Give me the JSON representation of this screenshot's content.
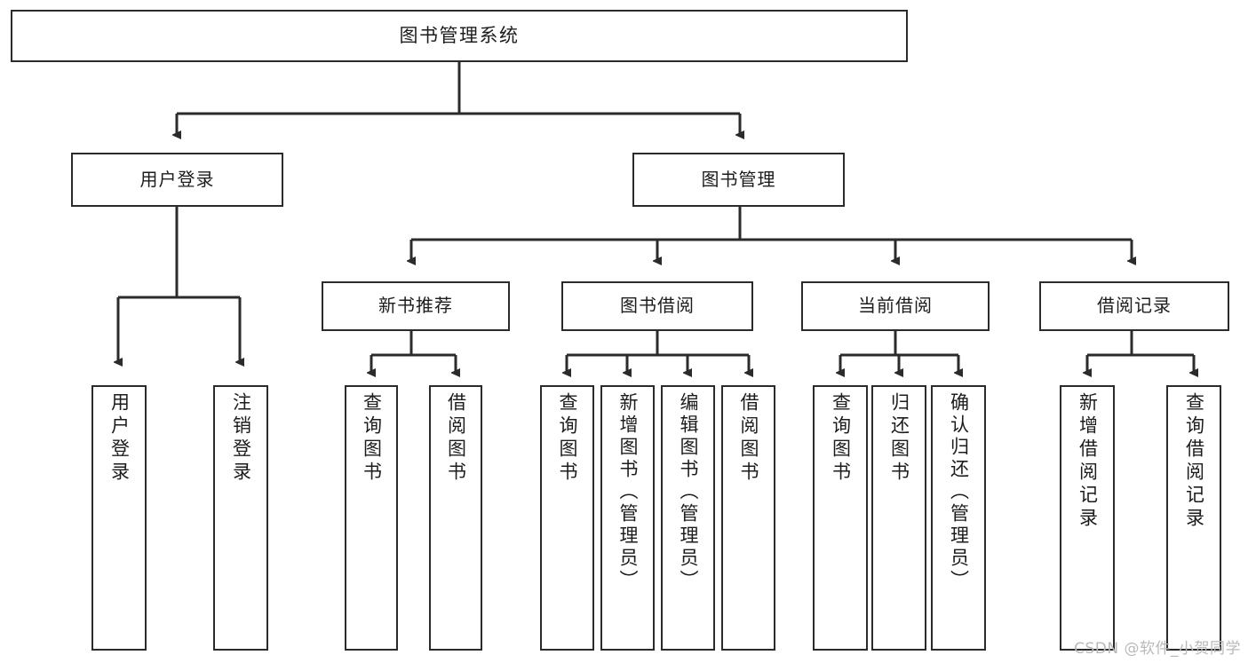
{
  "diagram": {
    "type": "tree",
    "title": "图书管理系统",
    "watermark": "CSDN @软件_小贺同学",
    "colors": {
      "stroke": "#2b2b2b",
      "fill": "#ffffff",
      "text": "#1c1c1c",
      "watermark": "#b9b9b9"
    },
    "root": {
      "label": "图书管理系统"
    },
    "level2": [
      {
        "label": "用户登录"
      },
      {
        "label": "图书管理"
      }
    ],
    "level3": [
      {
        "label": "新书推荐"
      },
      {
        "label": "图书借阅"
      },
      {
        "label": "当前借阅"
      },
      {
        "label": "借阅记录"
      }
    ],
    "leaves": {
      "user_login": [
        {
          "label": "用户登录"
        },
        {
          "label": "注销登录"
        }
      ],
      "new_book_recommend": [
        {
          "label": "查询图书"
        },
        {
          "label": "借阅图书"
        }
      ],
      "book_borrow": [
        {
          "label": "查询图书"
        },
        {
          "label": "新增图书（管理员）"
        },
        {
          "label": "编辑图书（管理员）"
        },
        {
          "label": "借阅图书"
        }
      ],
      "current_borrow": [
        {
          "label": "查询图书"
        },
        {
          "label": "归还图书"
        },
        {
          "label": "确认归还（管理员）"
        }
      ],
      "borrow_records": [
        {
          "label": "新增借阅记录"
        },
        {
          "label": "查询借阅记录"
        }
      ]
    }
  }
}
